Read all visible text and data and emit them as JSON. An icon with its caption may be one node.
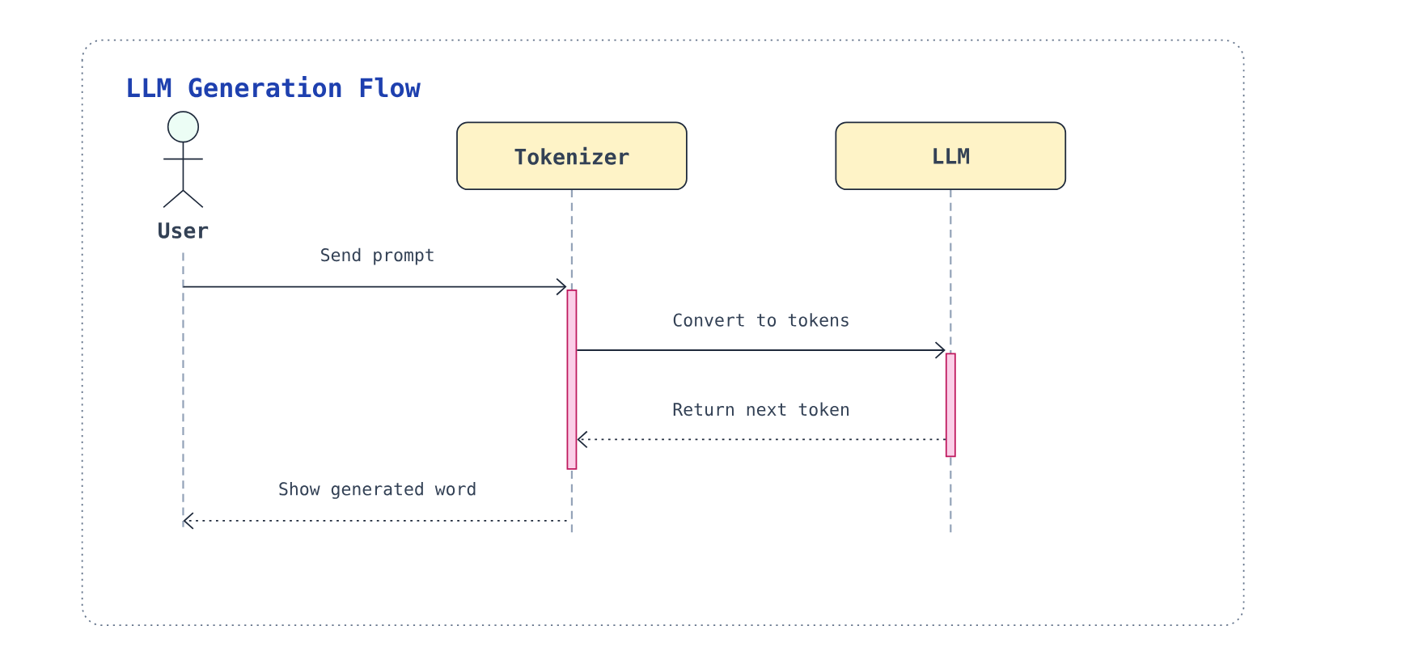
{
  "diagram": {
    "title": "LLM Generation Flow",
    "nodes": [
      {
        "text": [
          "User"
        ]
      },
      {
        "text": [
          "Tokenizer"
        ]
      },
      {
        "text": [
          "LLM"
        ]
      },
      {
        "text": [],
        "shape": "bar"
      },
      {
        "text": [],
        "shape": "bar"
      }
    ],
    "edges": [
      {
        "from": 0,
        "to": 3,
        "arrow": "to",
        "label": "Send prompt"
      },
      {
        "from": 3,
        "to": 4,
        "arrow": "to",
        "label": "Convert to tokens"
      },
      {
        "from": 4,
        "to": 3,
        "arrow": "to",
        "label": "Return next token",
        "style": "dashed"
      },
      {
        "from": 3,
        "to": 0,
        "arrow": "to",
        "label": "Show generated word",
        "style": "dashed"
      }
    ]
  }
}
